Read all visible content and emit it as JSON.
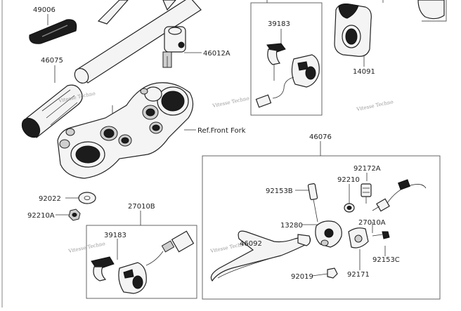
{
  "labels": {
    "p49006": "49006",
    "p46075": "46075",
    "p46012A": "46012A",
    "ref_front_fork": "Ref.Front Fork",
    "p92022": "92022",
    "p92210A": "92210A",
    "p27010B": "27010B",
    "p39183_top": "39183",
    "p39183_bottom": "39183",
    "p14091": "14091",
    "p46076": "46076",
    "p92172A": "92172A",
    "p92153B": "92153B",
    "p92210": "92210",
    "p13280": "13280",
    "p27010A": "27010A",
    "p46092": "46092",
    "p92153C": "92153C",
    "p92171": "92171",
    "p92019": "92019"
  },
  "watermark_text": "Vitesse Techno"
}
